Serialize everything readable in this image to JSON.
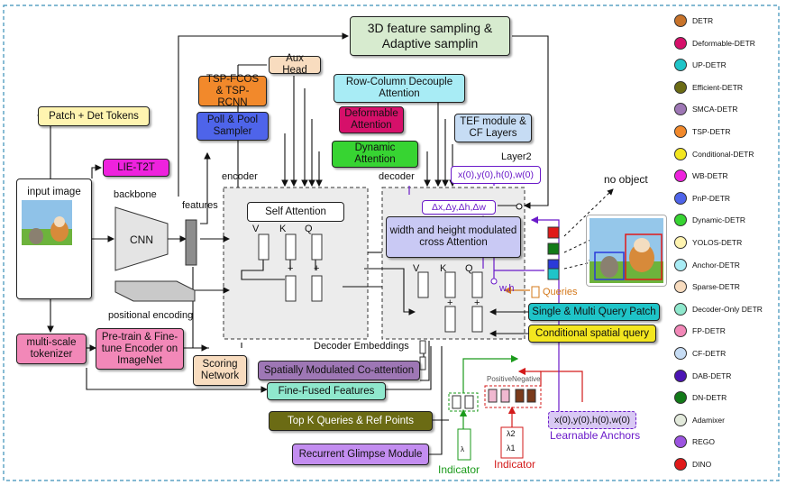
{
  "input_image_label": "input image",
  "backbone_label": "backbone",
  "cnn_label": "CNN",
  "features_label": "features",
  "positional_encoding_label": "positional encoding",
  "encoder_label": "encoder",
  "decoder_label": "decoder",
  "self_attention_label": "Self Attention",
  "cross_attention_label": "width and height modulated cross Attention",
  "v_label": "V",
  "k_label": "K",
  "q_label": "Q",
  "plus": "+",
  "boxes": {
    "feature_sampling": "3D feature sampling & Adaptive samplin",
    "aux_head": "Aux Head",
    "tsp": "TSP-FCOS & TSP-RCNN",
    "row_column": "Row-Column Decouple Attention",
    "patch_det": "Patch + Det Tokens",
    "poll_pool": "Poll & Pool Sampler",
    "deformable": "Deformable Attention",
    "tef": "TEF module & CF Layers",
    "dynamic": "Dynamic Attention",
    "lie_t2t": "LIE-T2T",
    "multiscale": "multi-scale tokenizer",
    "pretrain": "Pre-train & Fine-tune Encoder on ImageNet",
    "scoring": "Scoring Network",
    "smca": "Spatially Modulated Co-attention",
    "fine_fused": "Fine-Fused Features",
    "topk": "Top K Queries & Ref Points",
    "glimpse": "Recurrent Glimpse Module",
    "single_multi": "Single & Multi Query Patch",
    "conditional": "Conditional spatial query"
  },
  "layer2_label": "Layer2",
  "xywh_label": "x(0),y(0),h(0),w(0)",
  "delta_label": "Δx,Δy,Δh,Δw",
  "wh_label": "w,h",
  "queries_label": "Queries",
  "no_object_label": "no object",
  "decoder_embeddings_label": "Decoder Embeddings",
  "positive_label": "Positive",
  "negative_label": "Negative",
  "lambda_label": "λ",
  "lambda1_label": "λ1",
  "lambda2_label": "λ2",
  "indicator_green": "Indicator",
  "indicator_red": "Indicator",
  "learnable_anchors_label": "Learnable Anchors",
  "anchors_xywh": "x(0),y(0),h(0),w(0)",
  "legend": [
    {
      "name": "DETR",
      "color": "#c8732a"
    },
    {
      "name": "Deformable-DETR",
      "color": "#d6106a"
    },
    {
      "name": "UP-DETR",
      "color": "#1fc4c8"
    },
    {
      "name": "Efficient-DETR",
      "color": "#6b6b14"
    },
    {
      "name": "SMCA-DETR",
      "color": "#9e77b5"
    },
    {
      "name": "TSP-DETR",
      "color": "#f2892b"
    },
    {
      "name": "Conditional-DETR",
      "color": "#f3e61f"
    },
    {
      "name": "WB-DETR",
      "color": "#ee22dd"
    },
    {
      "name": "PnP-DETR",
      "color": "#4e64ea"
    },
    {
      "name": "Dynamic-DETR",
      "color": "#37d432"
    },
    {
      "name": "YOLOS-DETR",
      "color": "#fff4b0"
    },
    {
      "name": "Anchor-DETR",
      "color": "#a8ecf5"
    },
    {
      "name": "Sparse-DETR",
      "color": "#f8dcbf"
    },
    {
      "name": "Decoder-Only DETR",
      "color": "#8fe8cd"
    },
    {
      "name": "FP-DETR",
      "color": "#f288b8"
    },
    {
      "name": "CF-DETR",
      "color": "#c6dcf4"
    },
    {
      "name": "DAB-DETR",
      "color": "#4b14b3"
    },
    {
      "name": "DN-DETR",
      "color": "#127a18"
    },
    {
      "name": "Adamixer",
      "color": "#e3eadc"
    },
    {
      "name": "REGO",
      "color": "#9c54e0"
    },
    {
      "name": "DINO",
      "color": "#e01919"
    }
  ]
}
